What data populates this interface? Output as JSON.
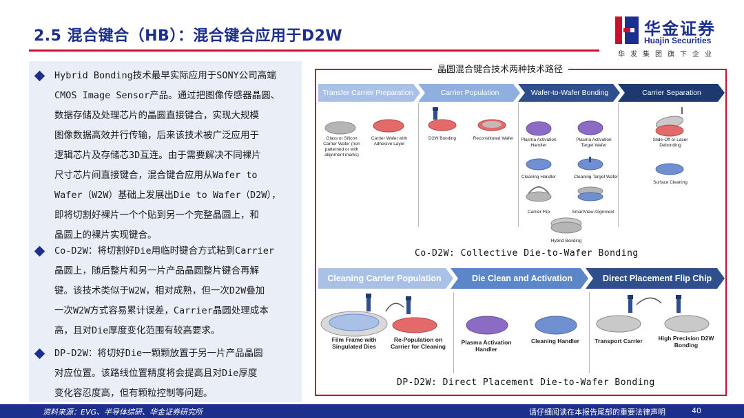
{
  "header": {
    "title": "2.5 混合键合（HB）：混合键合应用于D2W",
    "logo_name": "华金证券",
    "logo_en": "Huajin Securities",
    "logo_slogan": "华发集团旗下企业"
  },
  "left_panel": {
    "bullets": [
      {
        "lines": [
          "Hybrid Bonding技术最早实际应用于SONY公司高端",
          "CMOS Image Sensor产品。通过把图像传感器晶圆、",
          "数据存储及处理芯片的晶圆直接键合，实现大规模",
          "图像数据高效并行传输，后来该技术被广泛应用于",
          "逻辑芯片及存储芯3D互连。由于需要解决不同裸片",
          "尺寸芯片间直接键合，混合键合应用从Wafer to",
          "Wafer（W2W）基础上发展出Die to Wafer（D2W），",
          "即将切割好裸片一个个贴到另一个完整晶圆上，和",
          "晶圆上的裸片实现键合。"
        ]
      },
      {
        "lines": [
          "Co-D2W：将切割好Die用临时键合方式粘到Carrier",
          "晶圆上，随后整片和另一片产品晶圆整片键合再解",
          "键。该技术类似于W2W，相对成熟，但一次D2W叠加",
          "一次W2W方式容易累计误差，Carrier晶圆处理成本",
          "高，且对Die厚度变化范围有较高要求。"
        ]
      },
      {
        "lines": [
          "DP-D2W：将切好Die一颗颗放置于另一片产品晶圆",
          "对应位置。该路线位置精度将会提高且对Die厚度",
          "变化容忍度高，但有颗粒控制等问题。"
        ]
      }
    ]
  },
  "figure": {
    "title": "晶圆混合键合技术两种技术路径",
    "co_steps": [
      "Transfer Carrier Preparation",
      "Carrier Population",
      "Wafer-to-Wafer Bonding",
      "Carrier Separation"
    ],
    "co_captions": {
      "glass": "Glass or Silicon Carrier Wafer (non patterned or with alignment marks)",
      "adhesive": "Carrier Wafer with Adhesive Layer",
      "d2w_bonding": "D2W Bonding",
      "reconstituted": "Reconstituted Wafer",
      "plasma_handler": "Plasma Activation Handler",
      "plasma_target": "Plasma Activation Target Wafer",
      "cleaning_handler": "Cleaning Handler",
      "cleaning_target": "Cleaning Target Wafer",
      "carrier_flip": "Carrier Flip",
      "smartview": "SmartView Alignment",
      "hybrid": "Hybrid Bonding",
      "slide_off": "Slide-Off or Laser Debonding",
      "surface_cleaning": "Surface Cleaning"
    },
    "co_label": "Co-D2W: Collective Die-to-Wafer Bonding",
    "dp_steps": [
      "Cleaning Carrier Population",
      "Die Clean and Activation",
      "Direct Placement Flip Chip"
    ],
    "dp_captions": {
      "film_frame": "Film Frame with Singulated Dies",
      "repopulation": "Re-Population on Carrier for Cleaning",
      "plasma_handler": "Plasma Activation Handler",
      "cleaning_handler": "Cleaning Handler",
      "transport": "Transport Carrier",
      "high_precision": "High Precision D2W Bonding"
    },
    "dp_label": "DP-D2W: Direct Placement Die-to-Wafer Bonding",
    "colors": {
      "chevron_light": "#a9c1e6",
      "chevron_mid": "#5b87c9",
      "chevron_dark": "#2f4f8c",
      "chevron_darkest": "#1c3a70",
      "wafer_red": "#e46a6a",
      "wafer_purple": "#8c6bc4",
      "wafer_blue": "#6f8fd1",
      "wafer_grey": "#b5b5b5"
    }
  },
  "footer": {
    "source": "资料来源：EVG、半导体综研、华金证券研究所",
    "note": "请仔细阅读在本报告尾部的重要法律声明",
    "page": "40"
  }
}
